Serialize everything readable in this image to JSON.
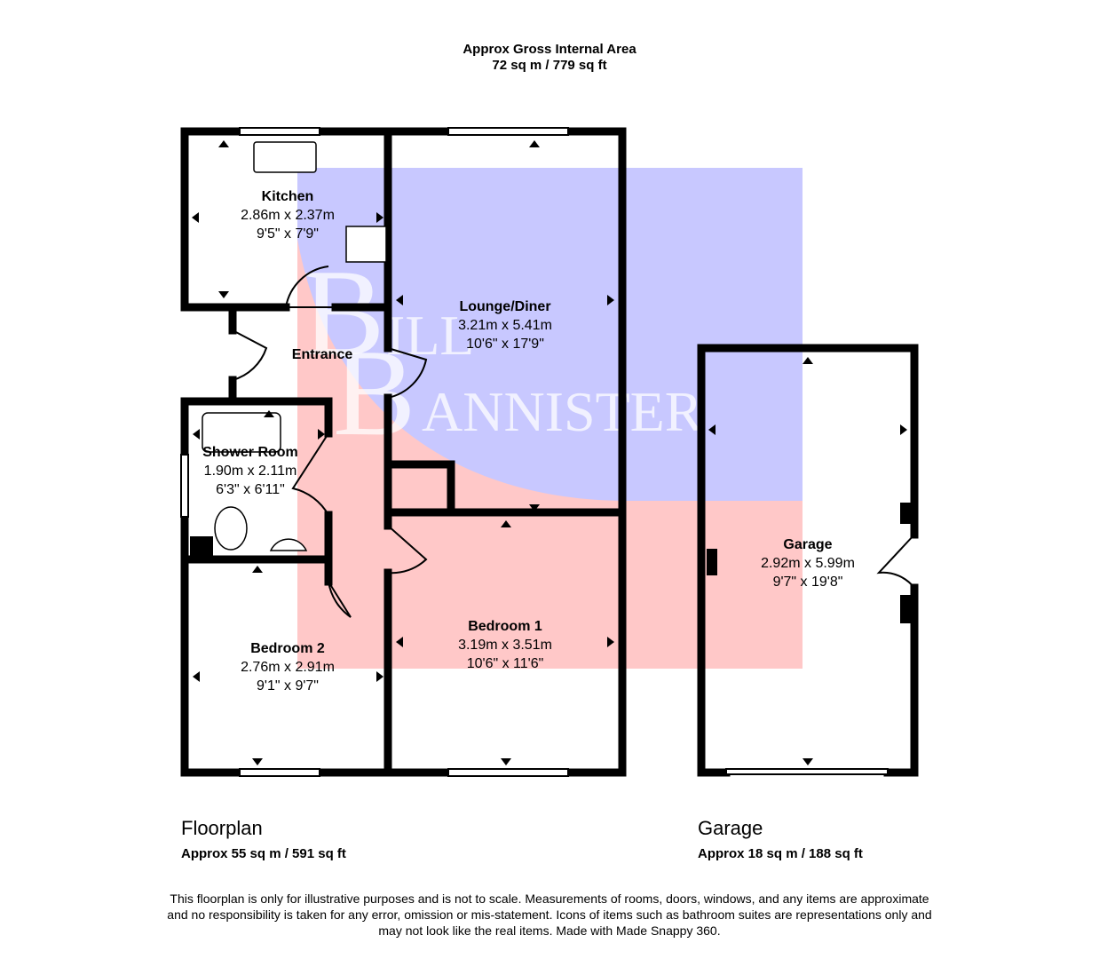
{
  "header": {
    "line1": "Approx Gross Internal Area",
    "line2": "72 sq m / 779 sq ft"
  },
  "rooms": {
    "kitchen": {
      "name": "Kitchen",
      "metric": "2.86m x 2.37m",
      "imperial": "9'5\" x 7'9\""
    },
    "lounge": {
      "name": "Lounge/Diner",
      "metric": "3.21m x 5.41m",
      "imperial": "10'6\" x 17'9\""
    },
    "entrance": {
      "name": "Entrance"
    },
    "shower": {
      "name": "Shower Room",
      "metric": "1.90m x 2.11m",
      "imperial": "6'3\" x 6'11\""
    },
    "bedroom1": {
      "name": "Bedroom 1",
      "metric": "3.19m x 3.51m",
      "imperial": "10'6\" x 11'6\""
    },
    "bedroom2": {
      "name": "Bedroom 2",
      "metric": "2.76m x 2.91m",
      "imperial": "9'1\" x 9'7\""
    },
    "garage": {
      "name": "Garage",
      "metric": "2.92m x 5.99m",
      "imperial": "9'7\" x 19'8\""
    }
  },
  "watermark": {
    "text_line1": "BILL",
    "text_line2": "BANNISTER"
  },
  "sections": {
    "floorplan": {
      "title": "Floorplan",
      "area": "Approx 55 sq m / 591 sq ft"
    },
    "garage": {
      "title": "Garage",
      "area": "Approx 18 sq m / 188 sq ft"
    }
  },
  "disclaimer": {
    "line1": "This floorplan is only for illustrative purposes and is not to scale. Measurements of rooms, doors, windows, and any items are approximate",
    "line2": "and no responsibility is taken for any error, omission or mis-statement. Icons of items such as bathroom suites are representations only and",
    "line3": "may not look like the real items. Made with Made Snappy 360."
  },
  "colors": {
    "wall": "#000000",
    "watermark_blue": "#c8c8ff",
    "watermark_pink": "#ffc8c8"
  }
}
